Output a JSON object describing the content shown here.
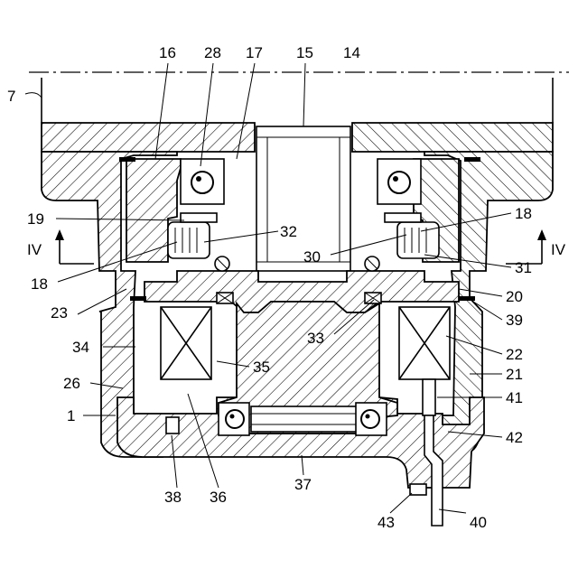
{
  "labels": [
    {
      "id": "l7",
      "text": "7"
    },
    {
      "id": "l16",
      "text": "16"
    },
    {
      "id": "l28",
      "text": "28"
    },
    {
      "id": "l17",
      "text": "17"
    },
    {
      "id": "l15",
      "text": "15"
    },
    {
      "id": "l14",
      "text": "14"
    },
    {
      "id": "l19",
      "text": "19"
    },
    {
      "id": "l18a",
      "text": "18"
    },
    {
      "id": "l32",
      "text": "32"
    },
    {
      "id": "l30",
      "text": "30"
    },
    {
      "id": "l18b",
      "text": "18"
    },
    {
      "id": "l31",
      "text": "31"
    },
    {
      "id": "l23",
      "text": "23"
    },
    {
      "id": "l20",
      "text": "20"
    },
    {
      "id": "l39",
      "text": "39"
    },
    {
      "id": "l33",
      "text": "33"
    },
    {
      "id": "l22",
      "text": "22"
    },
    {
      "id": "l34",
      "text": "34"
    },
    {
      "id": "l35",
      "text": "35"
    },
    {
      "id": "l26",
      "text": "26"
    },
    {
      "id": "l21",
      "text": "21"
    },
    {
      "id": "l41",
      "text": "41"
    },
    {
      "id": "l1",
      "text": "1"
    },
    {
      "id": "l42",
      "text": "42"
    },
    {
      "id": "l38",
      "text": "38"
    },
    {
      "id": "l36",
      "text": "36"
    },
    {
      "id": "l37",
      "text": "37"
    },
    {
      "id": "l43",
      "text": "43"
    },
    {
      "id": "l40",
      "text": "40"
    }
  ],
  "section_markers": {
    "left": "IV",
    "right": "IV"
  }
}
